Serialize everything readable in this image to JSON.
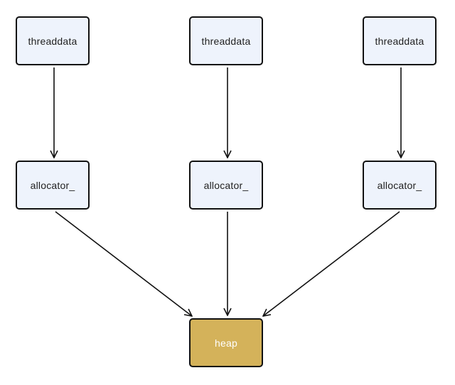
{
  "diagram": {
    "nodes": {
      "threaddata_1": "threaddata",
      "threaddata_2": "threaddata",
      "threaddata_3": "threaddata",
      "allocator_1": "allocator_",
      "allocator_2": "allocator_",
      "allocator_3": "allocator_",
      "heap": "heap"
    },
    "colors": {
      "node_fill": "#eef3fc",
      "heap_fill": "#d4b25a",
      "stroke": "#111111"
    }
  }
}
